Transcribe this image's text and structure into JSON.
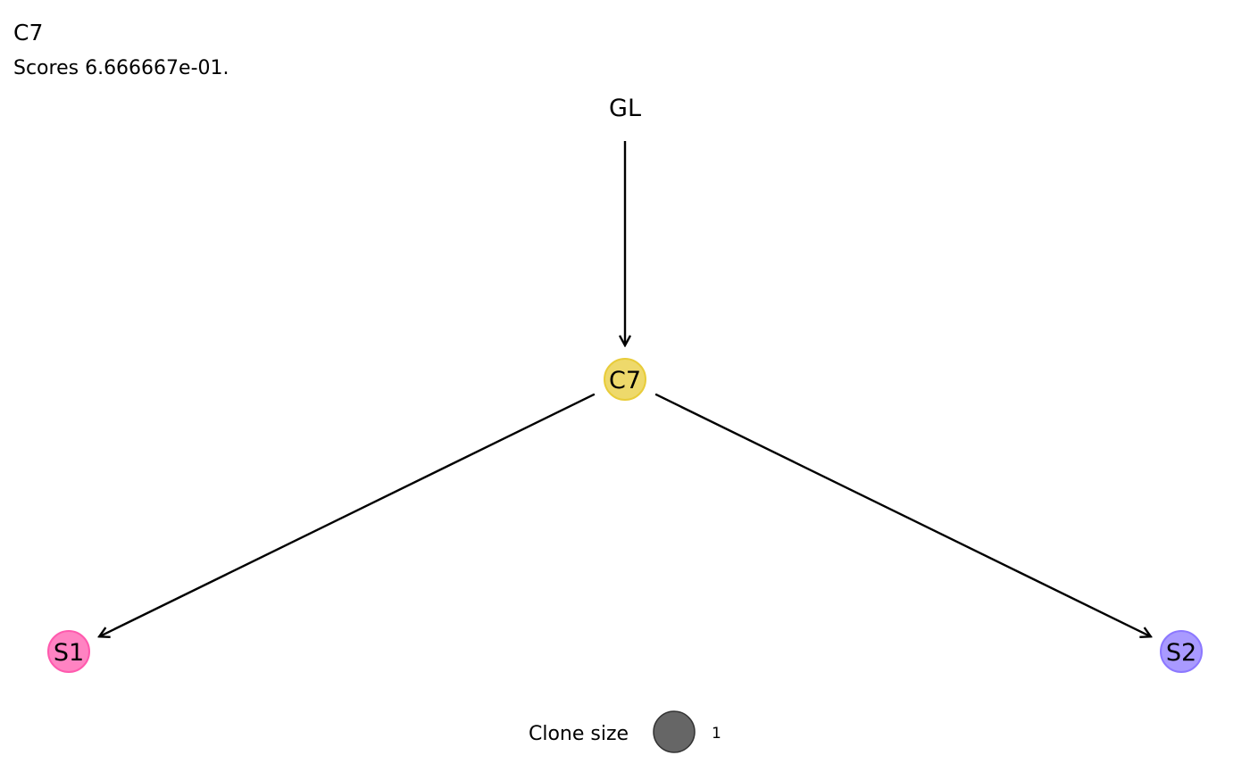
{
  "title": "C7",
  "subtitle": "Scores 6.666667e-01.",
  "nodes": [
    {
      "id": "GL",
      "label": "GL",
      "show_circle": false,
      "color": null
    },
    {
      "id": "C7",
      "label": "C7",
      "show_circle": true,
      "color": "#e8cc3a"
    },
    {
      "id": "S1",
      "label": "S1",
      "show_circle": true,
      "color": "#ff5aae"
    },
    {
      "id": "S2",
      "label": "S2",
      "show_circle": true,
      "color": "#8c78ff"
    }
  ],
  "edges": [
    {
      "from": "GL",
      "to": "C7"
    },
    {
      "from": "C7",
      "to": "S1"
    },
    {
      "from": "C7",
      "to": "S2"
    }
  ],
  "legend": {
    "label": "Clone size",
    "value": "1",
    "color": "#555555"
  }
}
